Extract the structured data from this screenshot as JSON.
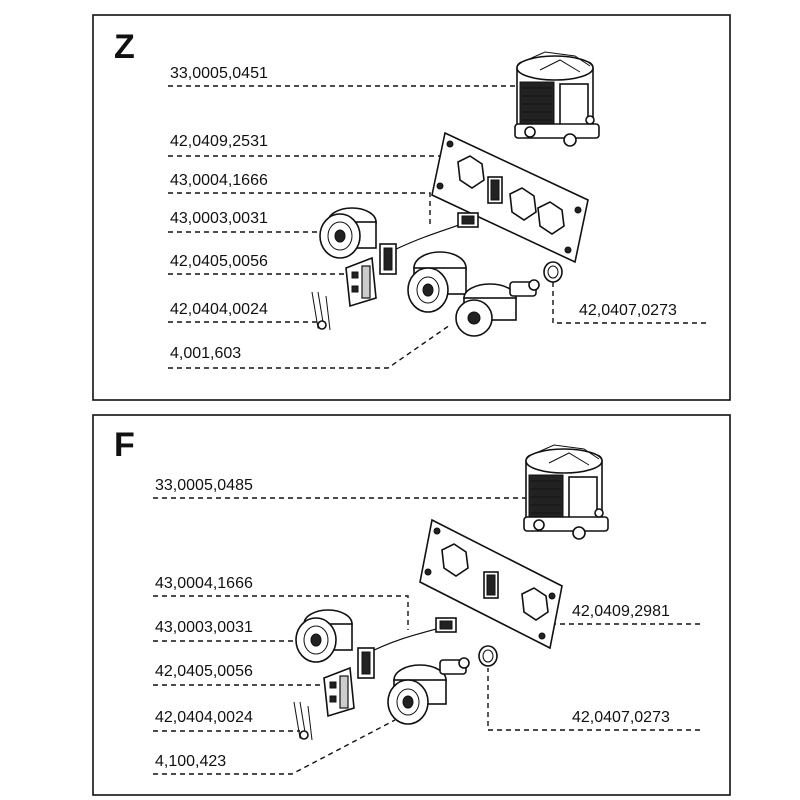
{
  "panels": [
    {
      "title": "Z",
      "labels": [
        "33,0005,0451",
        "42,0409,2531",
        "43,0004,1666",
        "43,0003,0031",
        "42,0405,0056",
        "42,0404,0024",
        "4,001,603",
        "42,0407,0273"
      ]
    },
    {
      "title": "F",
      "labels": [
        "33,0005,0485",
        "43,0004,1666",
        "42,0409,2981",
        "43,0003,0031",
        "42,0405,0056",
        "42,0404,0024",
        "42,0407,0273",
        "4,100,423"
      ]
    }
  ]
}
